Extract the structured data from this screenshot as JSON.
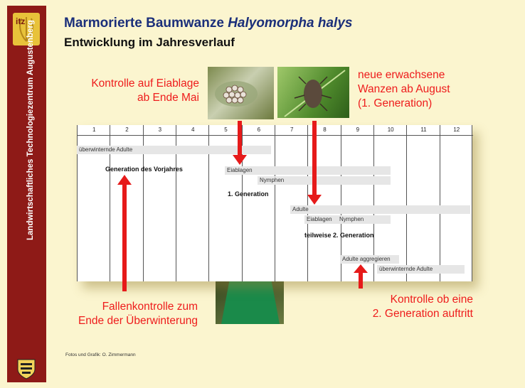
{
  "sidebar": {
    "logo_text": "itz",
    "vertical_text": "Landwirtschaftliches Technologiezentrum Augustenberg"
  },
  "title": {
    "line1_plain": "Marmorierte Baumwanze",
    "line1_italic": "Halyomorpha halys",
    "line2": "Entwicklung im Jahresverlauf"
  },
  "callouts": {
    "egg_control_1": "Kontrolle auf Eiablage",
    "egg_control_2": "ab Ende Mai",
    "new_adults_1": "neue erwachsene",
    "new_adults_2": "Wanzen ab August",
    "new_adults_3": "(1. Generation)",
    "trap_1": "Fallenkontrolle  zum",
    "trap_2": "Ende der Überwinterung",
    "second_gen_1": "Kontrolle ob eine",
    "second_gen_2": "2. Generation auftritt"
  },
  "table": {
    "months": [
      "1",
      "2",
      "3",
      "4",
      "5",
      "6",
      "7",
      "8",
      "9",
      "10",
      "11",
      "12"
    ],
    "bars": {
      "overwintering_adults": "überwinternde Adulte",
      "prev_generation": "Generation des Vorjahres",
      "egg_laying": "Eiablagen",
      "nymphs": "Nymphen",
      "gen1": "1. Generation",
      "adults": "Adulte",
      "egg_laying2": "Eiablagen",
      "nymphs2": "Nymphen",
      "gen2_partial": "teilweise 2. Generation",
      "adults_aggregate": "Adulte aggregieren",
      "overwintering_adults2": "überwinternde Adulte"
    }
  },
  "footer": "Fotos und Grafik: O. Zimmermann",
  "colors": {
    "sidebar": "#8e1a17",
    "title_blue": "#1b2f7a",
    "callout_red": "#ee1c1c",
    "background": "#fbf5cf"
  }
}
